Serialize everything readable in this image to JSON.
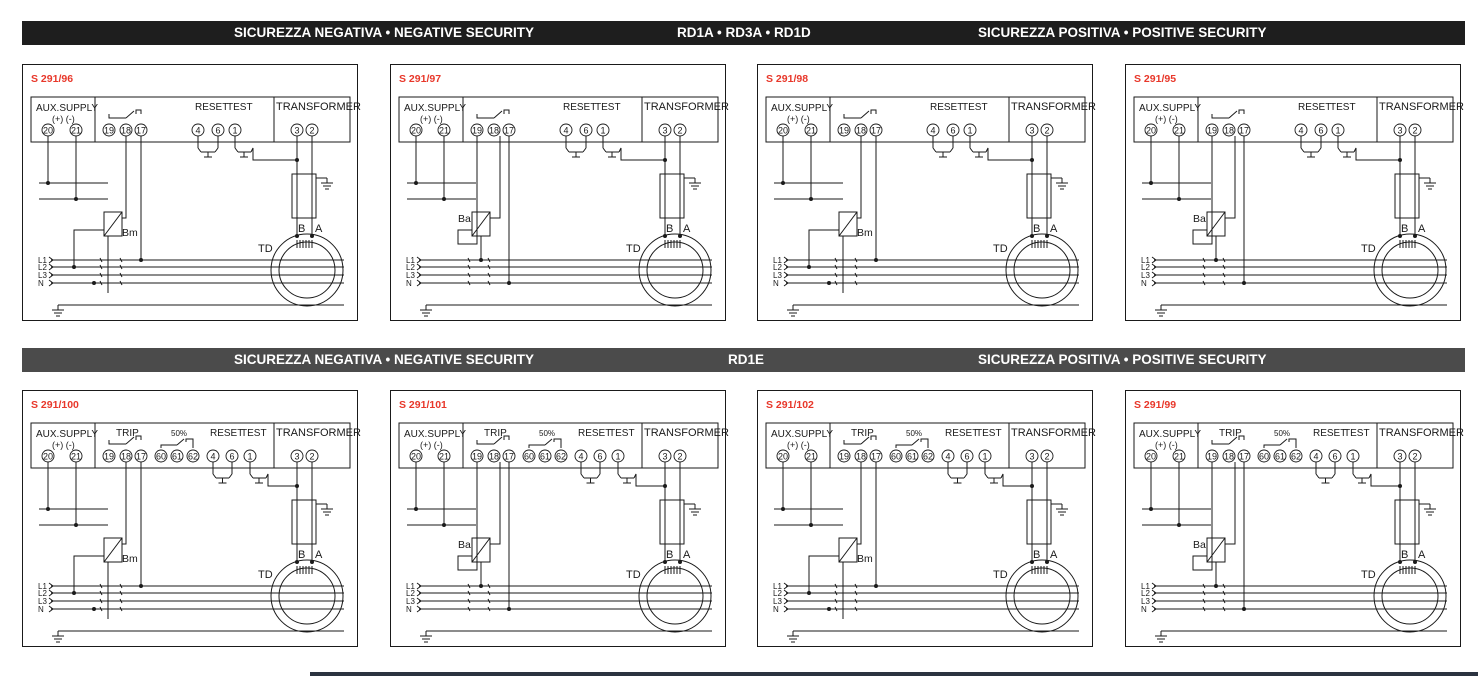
{
  "bands": [
    {
      "left_label": "SICUREZZA NEGATIVA  •  NEGATIVE SECURITY",
      "center_label": "RD1A • RD3A • RD1D",
      "right_label": "SICUREZZA POSITIVA  •  POSITIVE SECURITY"
    },
    {
      "left_label": "SICUREZZA NEGATIVA  •  NEGATIVE SECURITY",
      "center_label": "RD1E",
      "right_label": "SICUREZZA POSITIVA  •  POSITIVE SECURITY"
    }
  ],
  "labels": {
    "aux_supply": "AUX.SUPPLY",
    "polarity": "(+) (-)",
    "reset": "RESET",
    "test": "TEST",
    "trip": "TRIP",
    "fifty": "50%",
    "transformer": "TRANSFORMER",
    "td": "TD",
    "b": "B",
    "a": "A",
    "bm": "Bm",
    "ba": "Ba",
    "l1": "L1",
    "l2": "L2",
    "l3": "L3",
    "n": "N"
  },
  "terminals": {
    "aux": [
      "20",
      "21"
    ],
    "relay": [
      "19",
      "18",
      "17"
    ],
    "fifty": [
      "60",
      "61",
      "62"
    ],
    "reset": [
      "4",
      "6"
    ],
    "test": [
      "1"
    ],
    "transformer": [
      "3",
      "2"
    ]
  },
  "panels": [
    {
      "code": "S 291/96",
      "row": 1,
      "security": "negative",
      "coil": "Bm"
    },
    {
      "code": "S 291/97",
      "row": 1,
      "security": "negative",
      "coil": "Ba"
    },
    {
      "code": "S 291/98",
      "row": 1,
      "security": "positive",
      "coil": "Bm"
    },
    {
      "code": "S 291/95",
      "row": 1,
      "security": "positive",
      "coil": "Ba"
    },
    {
      "code": "S 291/100",
      "row": 2,
      "security": "negative",
      "coil": "Bm"
    },
    {
      "code": "S 291/101",
      "row": 2,
      "security": "negative",
      "coil": "Ba"
    },
    {
      "code": "S 291/102",
      "row": 2,
      "security": "positive",
      "coil": "Bm"
    },
    {
      "code": "S 291/99",
      "row": 2,
      "security": "positive",
      "coil": "Ba"
    }
  ],
  "colors": {
    "code_red": "#e8372a",
    "line": "#1a1a1a",
    "band_dark": "#1e1e1e",
    "band_gray": "#4b4b4b"
  }
}
